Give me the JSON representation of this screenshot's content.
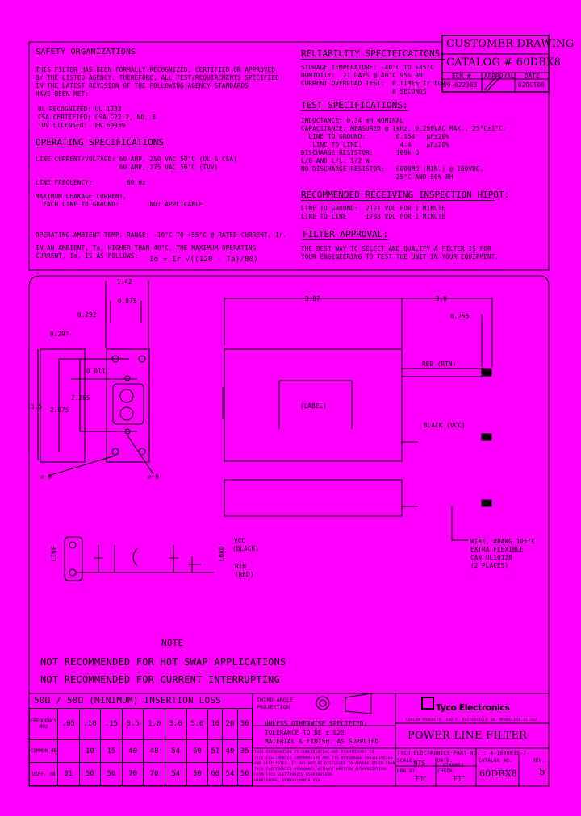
{
  "colors": {
    "background": "#ff00ff",
    "ink": "#000000"
  },
  "title_block": {
    "heading": "CUSTOMER DRAWING",
    "catalog": "CATALOG # 60DBX8",
    "ecn_label": "ECN #",
    "approval_label": "APPROVAL",
    "date_label": "DATE",
    "ecn": "09-022303",
    "date": "02OCT09"
  },
  "safety": {
    "title": "SAFETY ORGANIZATIONS",
    "body": [
      "THIS FILTER HAS BEEN FORMALLY RECOGNIZED, CERTIFIED OR APPROVED",
      "BY THE LISTED AGENCY. THEREFORE, ALL TEST/REQUIREMENTS SPECIFIED",
      "IN THE LATEST REVISION OF THE FOLLOWING AGENCY STANDARDS",
      "HAVE BEEN MET:"
    ],
    "agencies": [
      "UL RECOGNIZED: UL 1283",
      "CSA CERTIFIED: CSA C22.2, NO. 8",
      "TUV LICENSED:  EN 60939"
    ]
  },
  "operating": {
    "title": "OPERATING SPECIFICATIONS",
    "lines": [
      "LINE CURRENT/VOLTAGE: 60 AMP, 250 VAC 50°C (UL & CSA)",
      "                      60 AMP, 275 VAC 50°C (TUV)",
      "",
      "LINE FREQUENCY:         60 Hz",
      "",
      "MAXIMUM LEAKAGE CURRENT,",
      "  EACH LINE TO GROUND:        NOT APPLICABLE",
      "",
      "",
      "",
      "OPERATING AMBIENT TEMP. RANGE: -10°C TO +55°C @ RATED CURRENT, Ir.",
      "",
      "IN AN AMBIENT, Ta, HIGHER THAN 40°C, THE MAXIMUM OPERATING",
      "CURRENT, Io, IS AS FOLLOWS:"
    ],
    "formula": "Io = Ir √((120 - Ta)/80)"
  },
  "reliability": {
    "title": "RELIABILITY SPECIFICATIONS:",
    "lines": [
      "STORAGE TEMPERATURE: -40°C TO +85°C",
      "HUMIDITY:  21 DAYS @ 40°C 95% RH",
      "CURRENT OVERLOAD TEST:  6 TIMES Ir FOR",
      "                        8 SECONDS"
    ]
  },
  "test": {
    "title": "TEST SPECIFICATIONS:",
    "lines": [
      "INDUCTANCE: 0.34 mH NOMINAL",
      "CAPACITANCE: MEASURED @ 1kHz, 0.250VAC MAX., 25°C±1°C:",
      "  LINE TO GROUND:        0.154   µF±20%",
      "   LINE TO LINE:          4.4    µF±20%",
      "DISCHARGE RESISTOR:      169k Ω",
      "L/G AND L/L: 1/2 W",
      "NO DISCHARGE RESISTOR:   6000MΩ (MIN.) @ 100VDC,",
      "                         25°C AND 50% RH"
    ]
  },
  "hipot": {
    "title": "RECOMMENDED RECEIVING INSPECTION HIPOT:",
    "lines": [
      "LINE TO GROUND:  2121 VDC FOR 1 MINUTE",
      "LINE TO LINE     1768 VDC FOR 1 MINUTE"
    ]
  },
  "approval": {
    "title": "FILTER APPROVAL:",
    "lines": [
      "THE BEST WAY TO SELECT AND QUALIFY A FILTER IS FOR",
      "YOUR ENGINEERING TO TEST THE UNIT IN YOUR EQUIPMENT."
    ]
  },
  "dimensions": {
    "d1": "1.42",
    "d2": "0.875",
    "d3": "0.292",
    "d4": "0.297",
    "d5": "0.011",
    "d6": "2.265",
    "d7": "3.5",
    "d8": "2.875",
    "hole1": "∅ 0",
    "hole2": "∅ 0",
    "w1": "3.87",
    "w2": "3.0",
    "w3": "0.255",
    "label": "(LABEL)",
    "red": "RED (RTN)",
    "black": "BLACK (VCC)",
    "wire": [
      "WIRE, #8AWG 105°C",
      "EXTRA FLEXIBLE",
      "CAN UL10128",
      "(2 PLACES)"
    ]
  },
  "schematic": {
    "line": "LINE",
    "load": "LOAD",
    "vcc": "VCC",
    "vcc_color": "(BLACK)",
    "rtn": "RTN",
    "rtn_color": "(RED)"
  },
  "note": {
    "title": "NOTE",
    "lines": [
      "NOT RECOMMENDED FOR HOT SWAP APPLICATIONS",
      "NOT RECOMMENDED FOR CURRENT INTERRUPTING"
    ]
  },
  "insertion_loss": {
    "title": "50Ω / 50Ω (MINIMUM) INSERTION LOSS",
    "rows": [
      {
        "label": "FREQUENCY MHz",
        "values": [
          ".05",
          ".10",
          ".15",
          "0.5",
          "1.0",
          "3.0",
          "5.0",
          "10",
          "20",
          "30"
        ]
      },
      {
        "label": "COMMON dB",
        "values": [
          "",
          "10",
          "15",
          "40",
          "48",
          "54",
          "60",
          "51",
          "40",
          "35"
        ]
      },
      {
        "label": "DIFF. dB",
        "values": [
          "31",
          "50",
          "50",
          "70",
          "70",
          "54",
          "50",
          "60",
          "54",
          "50"
        ]
      }
    ]
  },
  "projection": {
    "label": "THIRD ANGLE PROJECTION"
  },
  "tolerance": [
    "UNLESS OTHERWISE SPECIFIED,",
    "TOLERANCE TO BE ±.025",
    "MATERIAL & FINISH: AS SUPPLIED"
  ],
  "confidential": [
    "THIS INFORMATION IS CONFIDENTIAL AND PROPRIETARY TO",
    "TYCO ELECTRONICS CORPORATION AND ITS WORLDWIDE SUBSIDIARIES",
    "AND AFFILIATES. IT MAY NOT BE DISCLOSED TO ANYONE OTHER THAN",
    "TYCO ELECTRONICS PERSONNEL WITHOUT WRITTEN AUTHORIZATION",
    "FROM TYCO ELECTRONICS CORPORATION.",
    "HARRISBURG, PENNSYLVANIA USA"
  ],
  "company": {
    "name": "Tyco Electronics",
    "address": "CORCOM PRODUCTS, 620 S. BUTTERFIELD RD. MUNDELEIN IL USA",
    "product": "POWER LINE FILTER",
    "part_no": "TYCO ELECTRONICS PART NO. : 4-1609035-7",
    "scale_label": "SCALE:",
    "scale": "NTS",
    "date_label": "DATE:",
    "date": "17MAR03",
    "drw_label": "DRW BY:",
    "drw": "FJC",
    "check_label": "CHECK:",
    "check": "FJC",
    "catalog_label": "CATALOG NO.",
    "catalog": "60DBX8",
    "rev_label": "REV.",
    "rev": "5"
  }
}
